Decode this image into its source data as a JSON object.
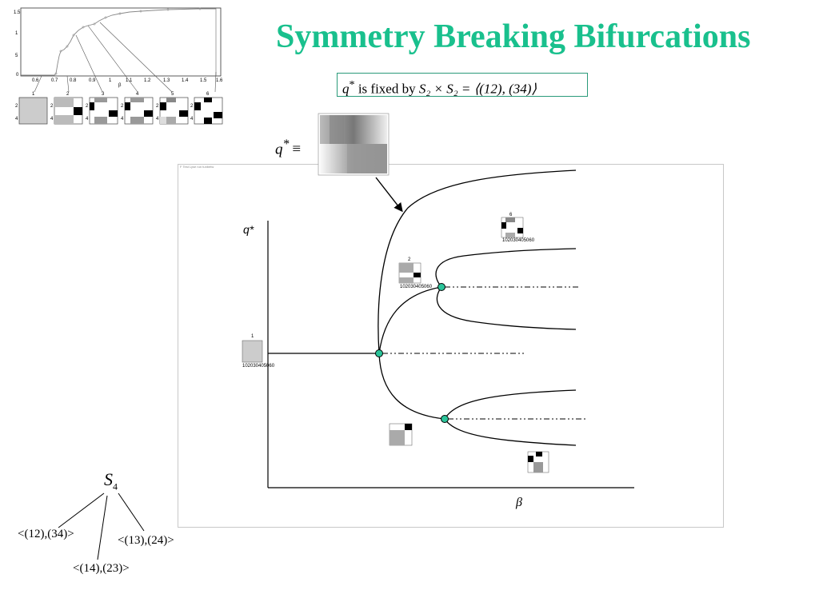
{
  "slide": {
    "title": "Symmetry Breaking Bifurcations"
  },
  "formula": {
    "q": "q",
    "star": "*",
    "text": "is fixed by",
    "group": "S₂ × S₂ = ⟨(12), (34)⟩"
  },
  "q_equiv": {
    "q": "q",
    "star": "*",
    "rel": "≡"
  },
  "diagram": {
    "q_axis_label": "q*",
    "beta_axis_label": "β",
    "frame_caption": "F Test Lyse run tunbetw"
  },
  "tree": {
    "root": "S",
    "root_sub": "4",
    "left": "<(12),(34)>",
    "right": "<(13),(24)>",
    "middle": "<(14),(23)>"
  },
  "inset_plot": {
    "yticks": [
      "1.5",
      "1",
      "5",
      "0"
    ],
    "xticks": [
      "0.6",
      "0.7",
      "0.8",
      "0.9",
      "1",
      "1.1",
      "1.2",
      "1.3",
      "1.4",
      "1.5",
      "1.6"
    ],
    "xlabel": "β",
    "panel_labels": [
      "1",
      "2",
      "3",
      "4",
      "5",
      "6"
    ],
    "row_ticks": [
      "2",
      "4"
    ]
  },
  "thumbnails": {
    "mid_label": "2",
    "mid_ticks": "102030405060",
    "left_label": "1",
    "left_ticks": "102030405060",
    "top_label": "6",
    "top_ticks": "102030405060"
  },
  "colors": {
    "title": "#19c08d",
    "bifurcation_point": "#2bc49a",
    "frame_border": "#c8c8c8"
  }
}
